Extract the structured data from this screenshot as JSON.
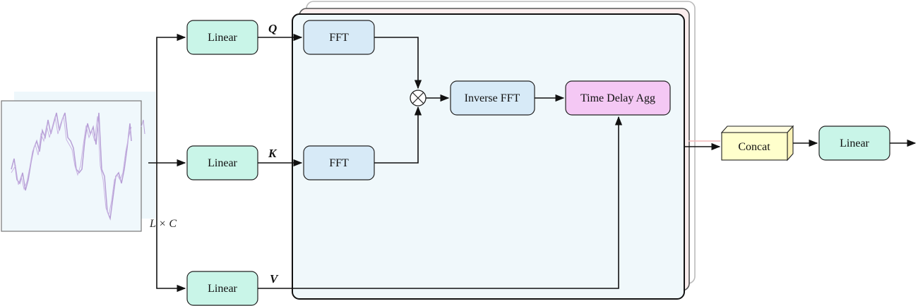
{
  "diagram": {
    "nodes": {
      "linear_q": "Linear",
      "linear_k": "Linear",
      "linear_v": "Linear",
      "fft_q": "FFT",
      "fft_k": "FFT",
      "inverse_fft": "Inverse FFT",
      "time_delay_agg": "Time Delay Agg",
      "concat": "Concat",
      "linear_out": "Linear"
    },
    "edge_labels": {
      "q": "Q",
      "k": "K",
      "v": "V"
    },
    "input_dim_label": "L × C",
    "multiply_symbol": "×"
  },
  "colors": {
    "linear_fill": "#c9f5e8",
    "fft_fill": "#d7eaf7",
    "time_delay_fill": "#f4c8f4",
    "concat_fill": "#ffffcc",
    "panel_fill": "#f0f8fb",
    "series_line": "#b79fd6"
  }
}
